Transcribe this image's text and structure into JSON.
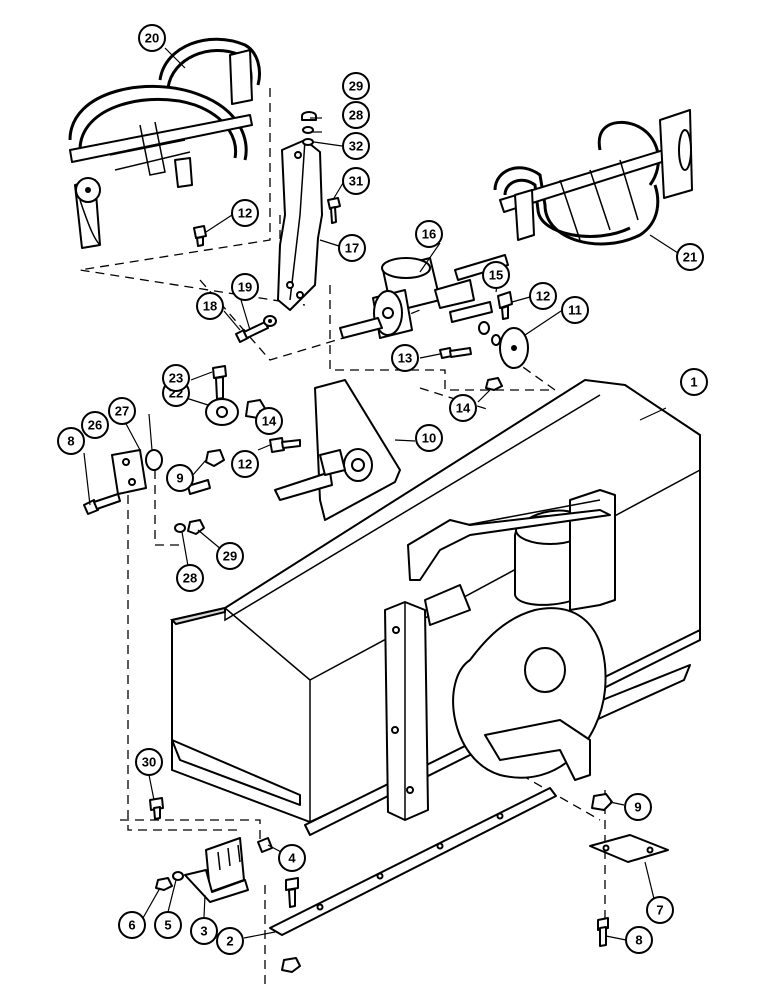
{
  "callouts": [
    {
      "id": "c1",
      "label": "1"
    },
    {
      "id": "c2",
      "label": "2"
    },
    {
      "id": "c3",
      "label": "3"
    },
    {
      "id": "c4",
      "label": "4"
    },
    {
      "id": "c5",
      "label": "5"
    },
    {
      "id": "c6",
      "label": "6"
    },
    {
      "id": "c7",
      "label": "7"
    },
    {
      "id": "c8a",
      "label": "8"
    },
    {
      "id": "c8b",
      "label": "8"
    },
    {
      "id": "c9a",
      "label": "9"
    },
    {
      "id": "c9b",
      "label": "9"
    },
    {
      "id": "c10",
      "label": "10"
    },
    {
      "id": "c11",
      "label": "11"
    },
    {
      "id": "c12a",
      "label": "12"
    },
    {
      "id": "c12b",
      "label": "12"
    },
    {
      "id": "c12c",
      "label": "12"
    },
    {
      "id": "c13",
      "label": "13"
    },
    {
      "id": "c14a",
      "label": "14"
    },
    {
      "id": "c14b",
      "label": "14"
    },
    {
      "id": "c15",
      "label": "15"
    },
    {
      "id": "c16",
      "label": "16"
    },
    {
      "id": "c17",
      "label": "17"
    },
    {
      "id": "c18",
      "label": "18"
    },
    {
      "id": "c19",
      "label": "19"
    },
    {
      "id": "c20",
      "label": "20"
    },
    {
      "id": "c21",
      "label": "21"
    },
    {
      "id": "c22",
      "label": "22"
    },
    {
      "id": "c23",
      "label": "23"
    },
    {
      "id": "c26",
      "label": "26"
    },
    {
      "id": "c27",
      "label": "27"
    },
    {
      "id": "c28a",
      "label": "28"
    },
    {
      "id": "c28b",
      "label": "28"
    },
    {
      "id": "c29a",
      "label": "29"
    },
    {
      "id": "c29b",
      "label": "29"
    },
    {
      "id": "c30",
      "label": "30"
    },
    {
      "id": "c31",
      "label": "31"
    },
    {
      "id": "c32",
      "label": "32"
    }
  ]
}
